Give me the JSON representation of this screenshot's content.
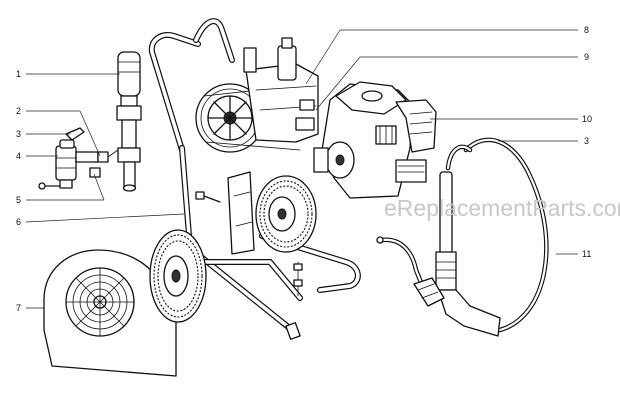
{
  "callouts": [
    {
      "id": "1",
      "label": "1"
    },
    {
      "id": "2",
      "label": "2"
    },
    {
      "id": "3a",
      "label": "3"
    },
    {
      "id": "4",
      "label": "4"
    },
    {
      "id": "5",
      "label": "5"
    },
    {
      "id": "6",
      "label": "6"
    },
    {
      "id": "7",
      "label": "7"
    },
    {
      "id": "8",
      "label": "8"
    },
    {
      "id": "9",
      "label": "9"
    },
    {
      "id": "10",
      "label": "10"
    },
    {
      "id": "3b",
      "label": "3"
    },
    {
      "id": "11",
      "label": "11"
    }
  ],
  "watermark": "eReplacementParts.com"
}
